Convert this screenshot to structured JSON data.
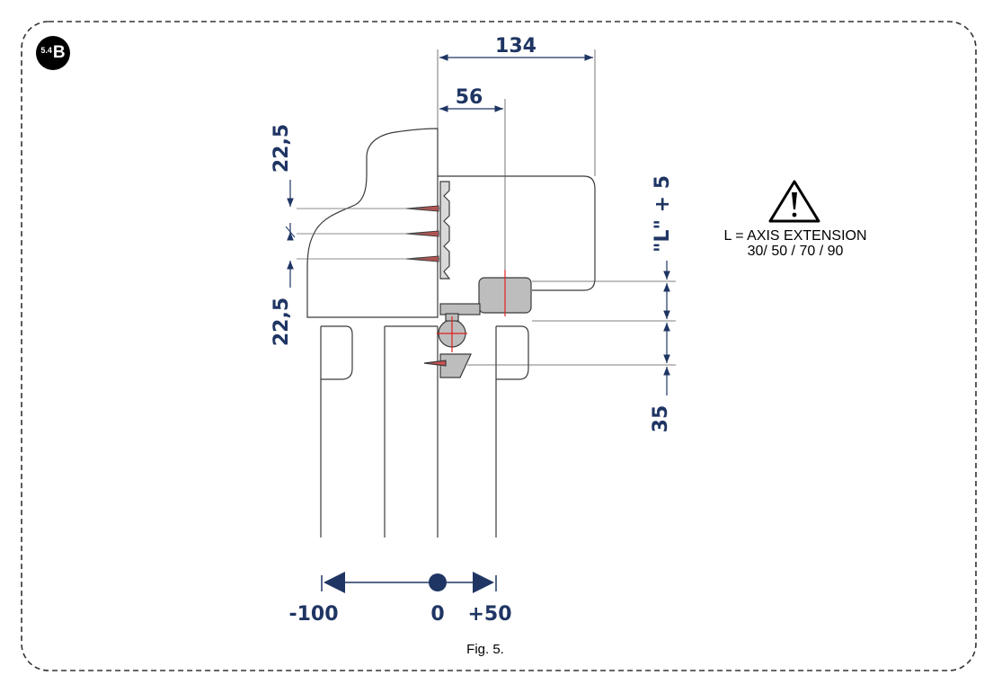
{
  "badge": {
    "number": "5.4",
    "letter": "B"
  },
  "dimensions": {
    "top_width": "134",
    "offset": "56",
    "spacing_upper": "22,5",
    "spacing_lower": "22,5",
    "axis_extension": "\"L\" + 5",
    "depth": "35"
  },
  "warning": {
    "icon": "warning-triangle-icon",
    "line1": "L = AXIS EXTENSION",
    "line2": "30/ 50 / 70 / 90"
  },
  "position_scale": {
    "left": "-100",
    "center": "0",
    "right": "+50"
  },
  "caption": "Fig. 5.",
  "colors": {
    "dimension": "#1f3563",
    "axis_marker": "#e02020",
    "outline": "#3a3a3a",
    "frame": "#333333"
  }
}
